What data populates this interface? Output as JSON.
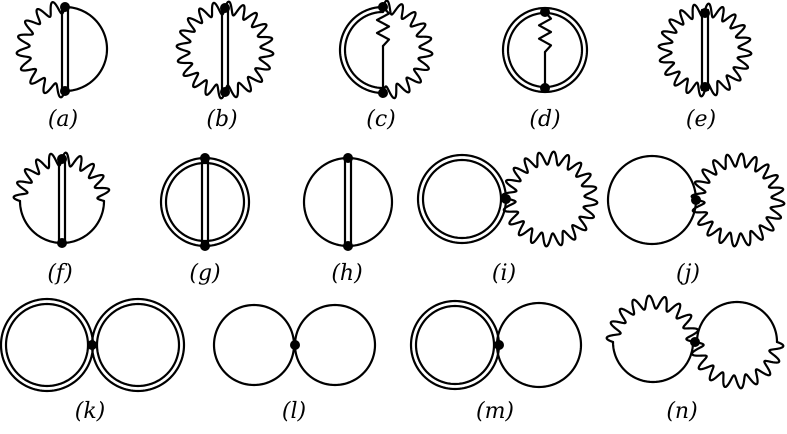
{
  "figure": {
    "diagrams": [
      {
        "id": "a",
        "label": "(a)",
        "outer": "wavy-left-plain-right",
        "chord": "double"
      },
      {
        "id": "b",
        "label": "(b)",
        "outer": "wavy",
        "chord": "double"
      },
      {
        "id": "c",
        "label": "(c)",
        "outer": "double-left-wavy-right",
        "chord": "zigzag-then-line"
      },
      {
        "id": "d",
        "label": "(d)",
        "outer": "double",
        "chord": "zigzag-then-line"
      },
      {
        "id": "e",
        "label": "(e)",
        "outer": "wavy",
        "chord": "double"
      },
      {
        "id": "f",
        "label": "(f)",
        "outer": "wavy-top-plain-bottom",
        "chord": "double"
      },
      {
        "id": "g",
        "label": "(g)",
        "outer": "double",
        "chord": "double"
      },
      {
        "id": "h",
        "label": "(h)",
        "outer": "plain",
        "chord": "double"
      },
      {
        "id": "i",
        "label": "(i)",
        "loops": [
          "double",
          "wavy"
        ]
      },
      {
        "id": "j",
        "label": "(j)",
        "loops": [
          "plain",
          "wavy"
        ]
      },
      {
        "id": "k",
        "label": "(k)",
        "loops": [
          "double",
          "double"
        ]
      },
      {
        "id": "l",
        "label": "(l)",
        "loops": [
          "plain",
          "plain"
        ]
      },
      {
        "id": "m",
        "label": "(m)",
        "loops": [
          "double",
          "plain"
        ]
      },
      {
        "id": "n",
        "label": "(n)",
        "loops": [
          "wavy-top-plain-bottom",
          "plain-top-wavy-bottom"
        ]
      }
    ]
  }
}
